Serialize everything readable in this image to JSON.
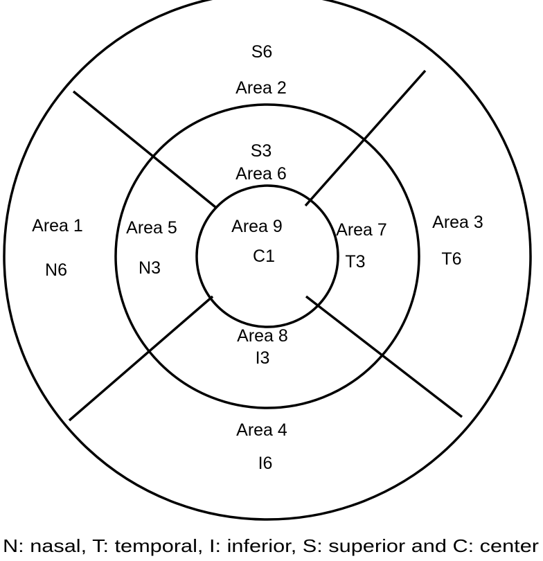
{
  "diagram": {
    "regions": [
      {
        "id": "S6",
        "area": "Area 2"
      },
      {
        "id": "S3",
        "area": "Area 6"
      },
      {
        "id": "C1",
        "area": "Area 9"
      },
      {
        "id": "N6",
        "area": "Area 1"
      },
      {
        "id": "N3",
        "area": "Area 5"
      },
      {
        "id": "T3",
        "area": "Area 7"
      },
      {
        "id": "T6",
        "area": "Area 3"
      },
      {
        "id": "I3",
        "area": "Area 8"
      },
      {
        "id": "I6",
        "area": "Area 4"
      }
    ],
    "caption": "N: nasal, T: temporal, I: inferior, S: superior and C: center"
  }
}
